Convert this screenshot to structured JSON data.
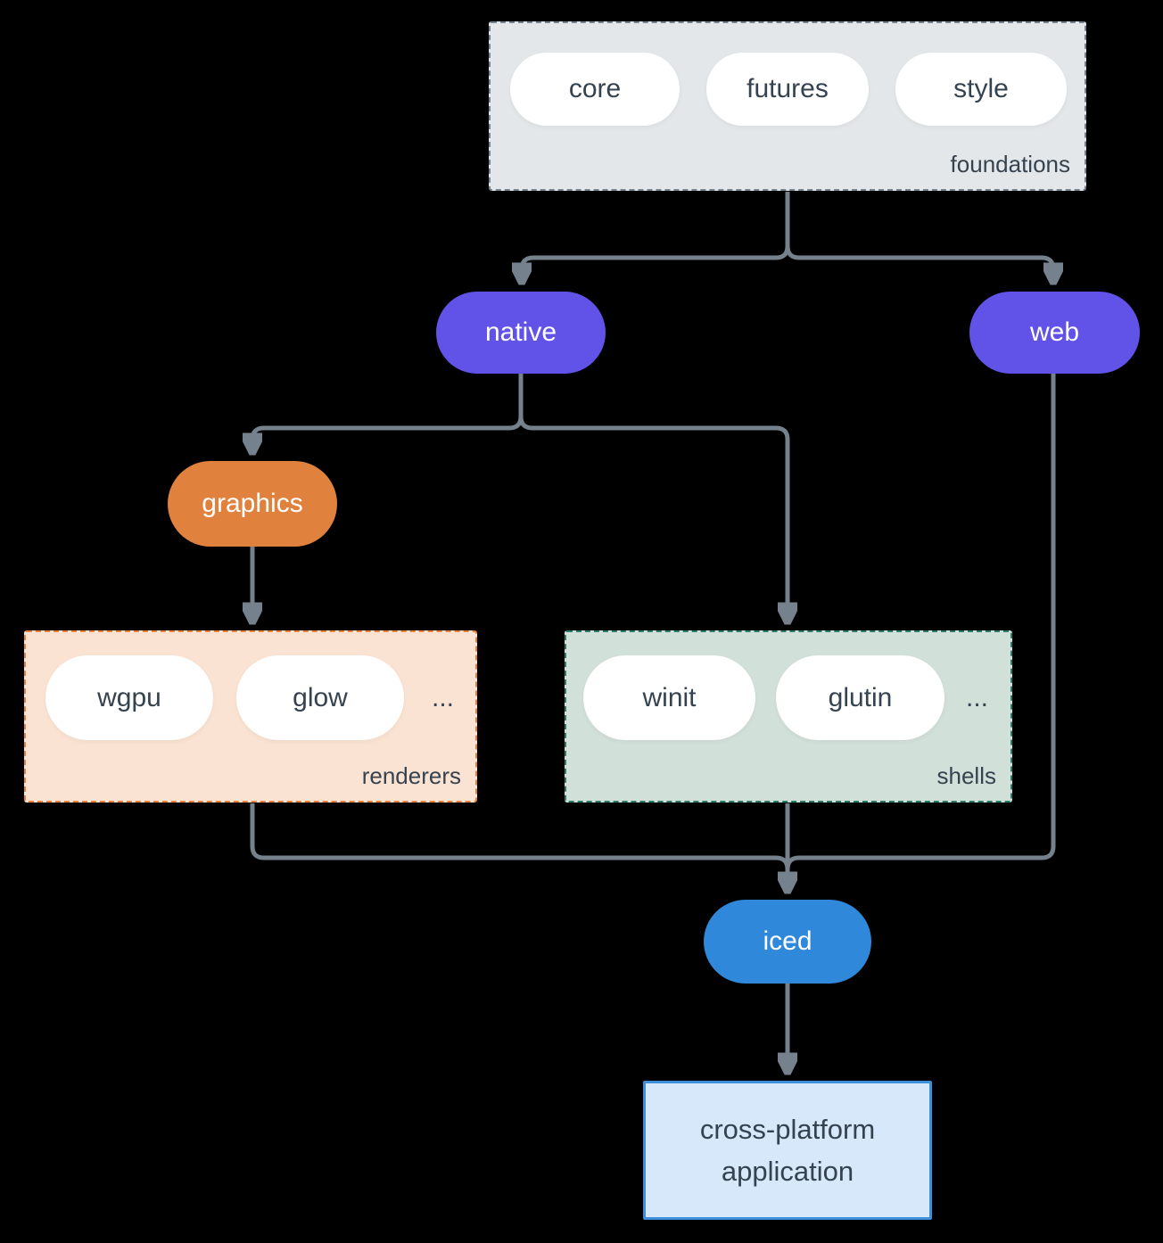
{
  "diagram": {
    "background": "#000000",
    "arrow_color": "#75818c",
    "groups": {
      "foundations": {
        "label": "foundations",
        "fill": "#e3e7e9",
        "border": "#76838f",
        "pills": [
          "core",
          "futures",
          "style"
        ]
      },
      "renderers": {
        "label": "renderers",
        "fill": "#fae3d2",
        "border": "#e7833d",
        "pills": [
          "wgpu",
          "glow"
        ],
        "ellipsis": "..."
      },
      "shells": {
        "label": "shells",
        "fill": "#d2e0da",
        "border": "#2a7c6a",
        "pills": [
          "winit",
          "glutin"
        ],
        "ellipsis": "..."
      }
    },
    "nodes": {
      "native": {
        "label": "native",
        "fill": "#6153e8",
        "text_color": "#ffffff"
      },
      "web": {
        "label": "web",
        "fill": "#6153e8",
        "text_color": "#ffffff"
      },
      "graphics": {
        "label": "graphics",
        "fill": "#e0823e",
        "text_color": "#ffffff"
      },
      "iced": {
        "label": "iced",
        "fill": "#2f88d9",
        "text_color": "#ffffff"
      },
      "application": {
        "label_line1": "cross-platform",
        "label_line2": "application",
        "fill": "#d6e8f9",
        "border": "#3d8edb",
        "text_color": "#35424f"
      }
    },
    "edges": [
      {
        "from": "foundations",
        "to": "native"
      },
      {
        "from": "foundations",
        "to": "web"
      },
      {
        "from": "native",
        "to": "graphics"
      },
      {
        "from": "native",
        "to": "shells"
      },
      {
        "from": "graphics",
        "to": "renderers"
      },
      {
        "from": "renderers",
        "to": "iced"
      },
      {
        "from": "shells",
        "to": "iced"
      },
      {
        "from": "web",
        "to": "iced"
      },
      {
        "from": "iced",
        "to": "application"
      }
    ]
  }
}
